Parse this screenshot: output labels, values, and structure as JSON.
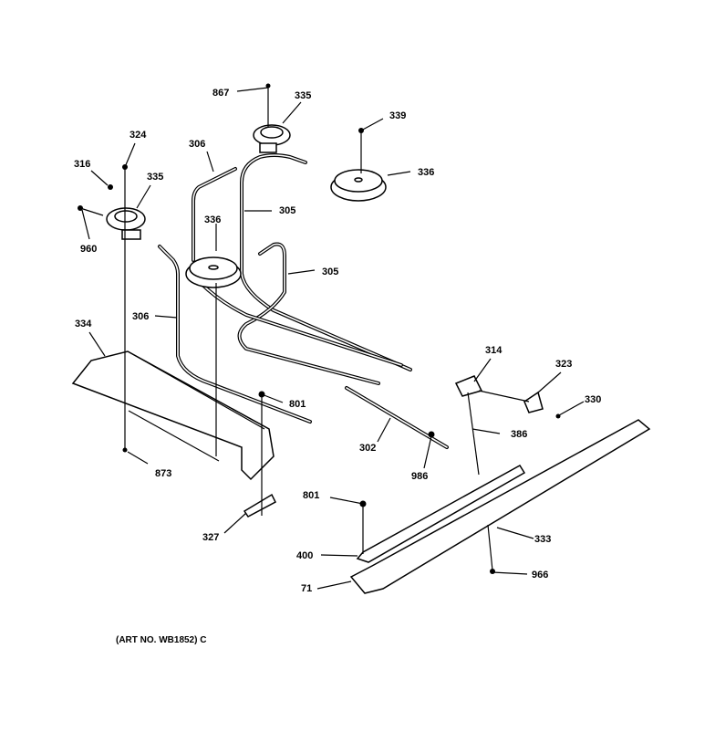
{
  "diagram": {
    "title": "Gas burner manifold and burner assembly parts diagram",
    "part_labels": [
      "867",
      "335",
      "339",
      "324",
      "306",
      "316",
      "335",
      "336",
      "336",
      "305",
      "960",
      "305",
      "306",
      "334",
      "801",
      "314",
      "323",
      "330",
      "386",
      "302",
      "986",
      "873",
      "801",
      "400",
      "333",
      "71",
      "966",
      "327"
    ],
    "art_number": "(ART NO. WB1852) C"
  }
}
